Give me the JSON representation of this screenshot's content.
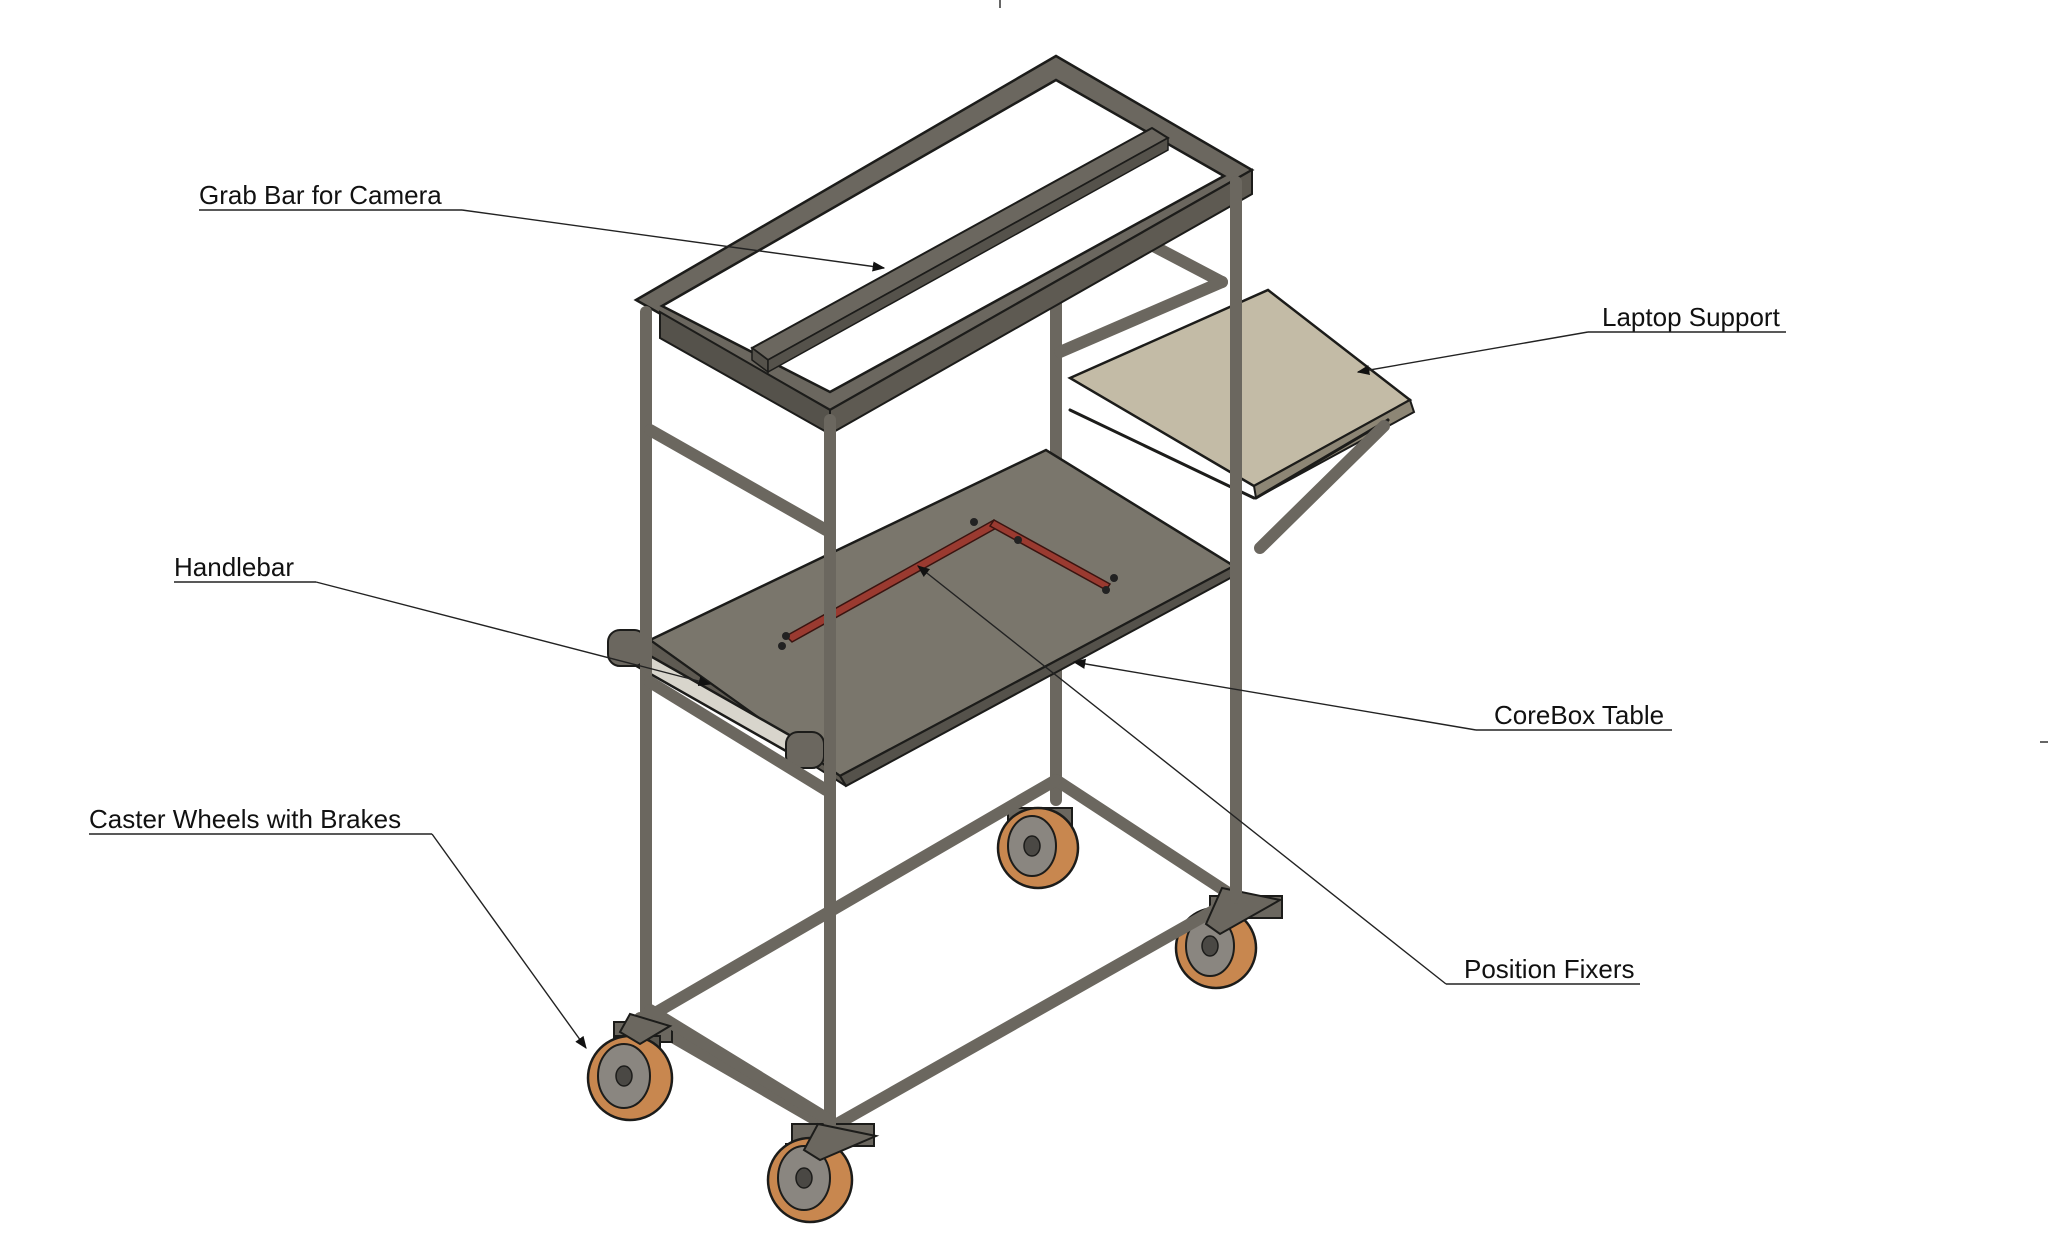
{
  "callouts": {
    "grab_bar": "Grab Bar for Camera",
    "laptop_support": "Laptop Support",
    "handlebar": "Handlebar",
    "corebox_table": "CoreBox Table",
    "caster_wheels": "Caster Wheels with Brakes",
    "position_fixers": "Position Fixers"
  },
  "colors": {
    "frame": "#6b675f",
    "frame_edge": "#1c1c1a",
    "table_top": "#7a766c",
    "laptop_shelf": "#c3bba6",
    "fixer": "#9a3a30",
    "wheel": "#c8874f",
    "handlebar": "#d8d5cc"
  },
  "icons": {
    "leader_arrow": "arrowhead-icon"
  }
}
